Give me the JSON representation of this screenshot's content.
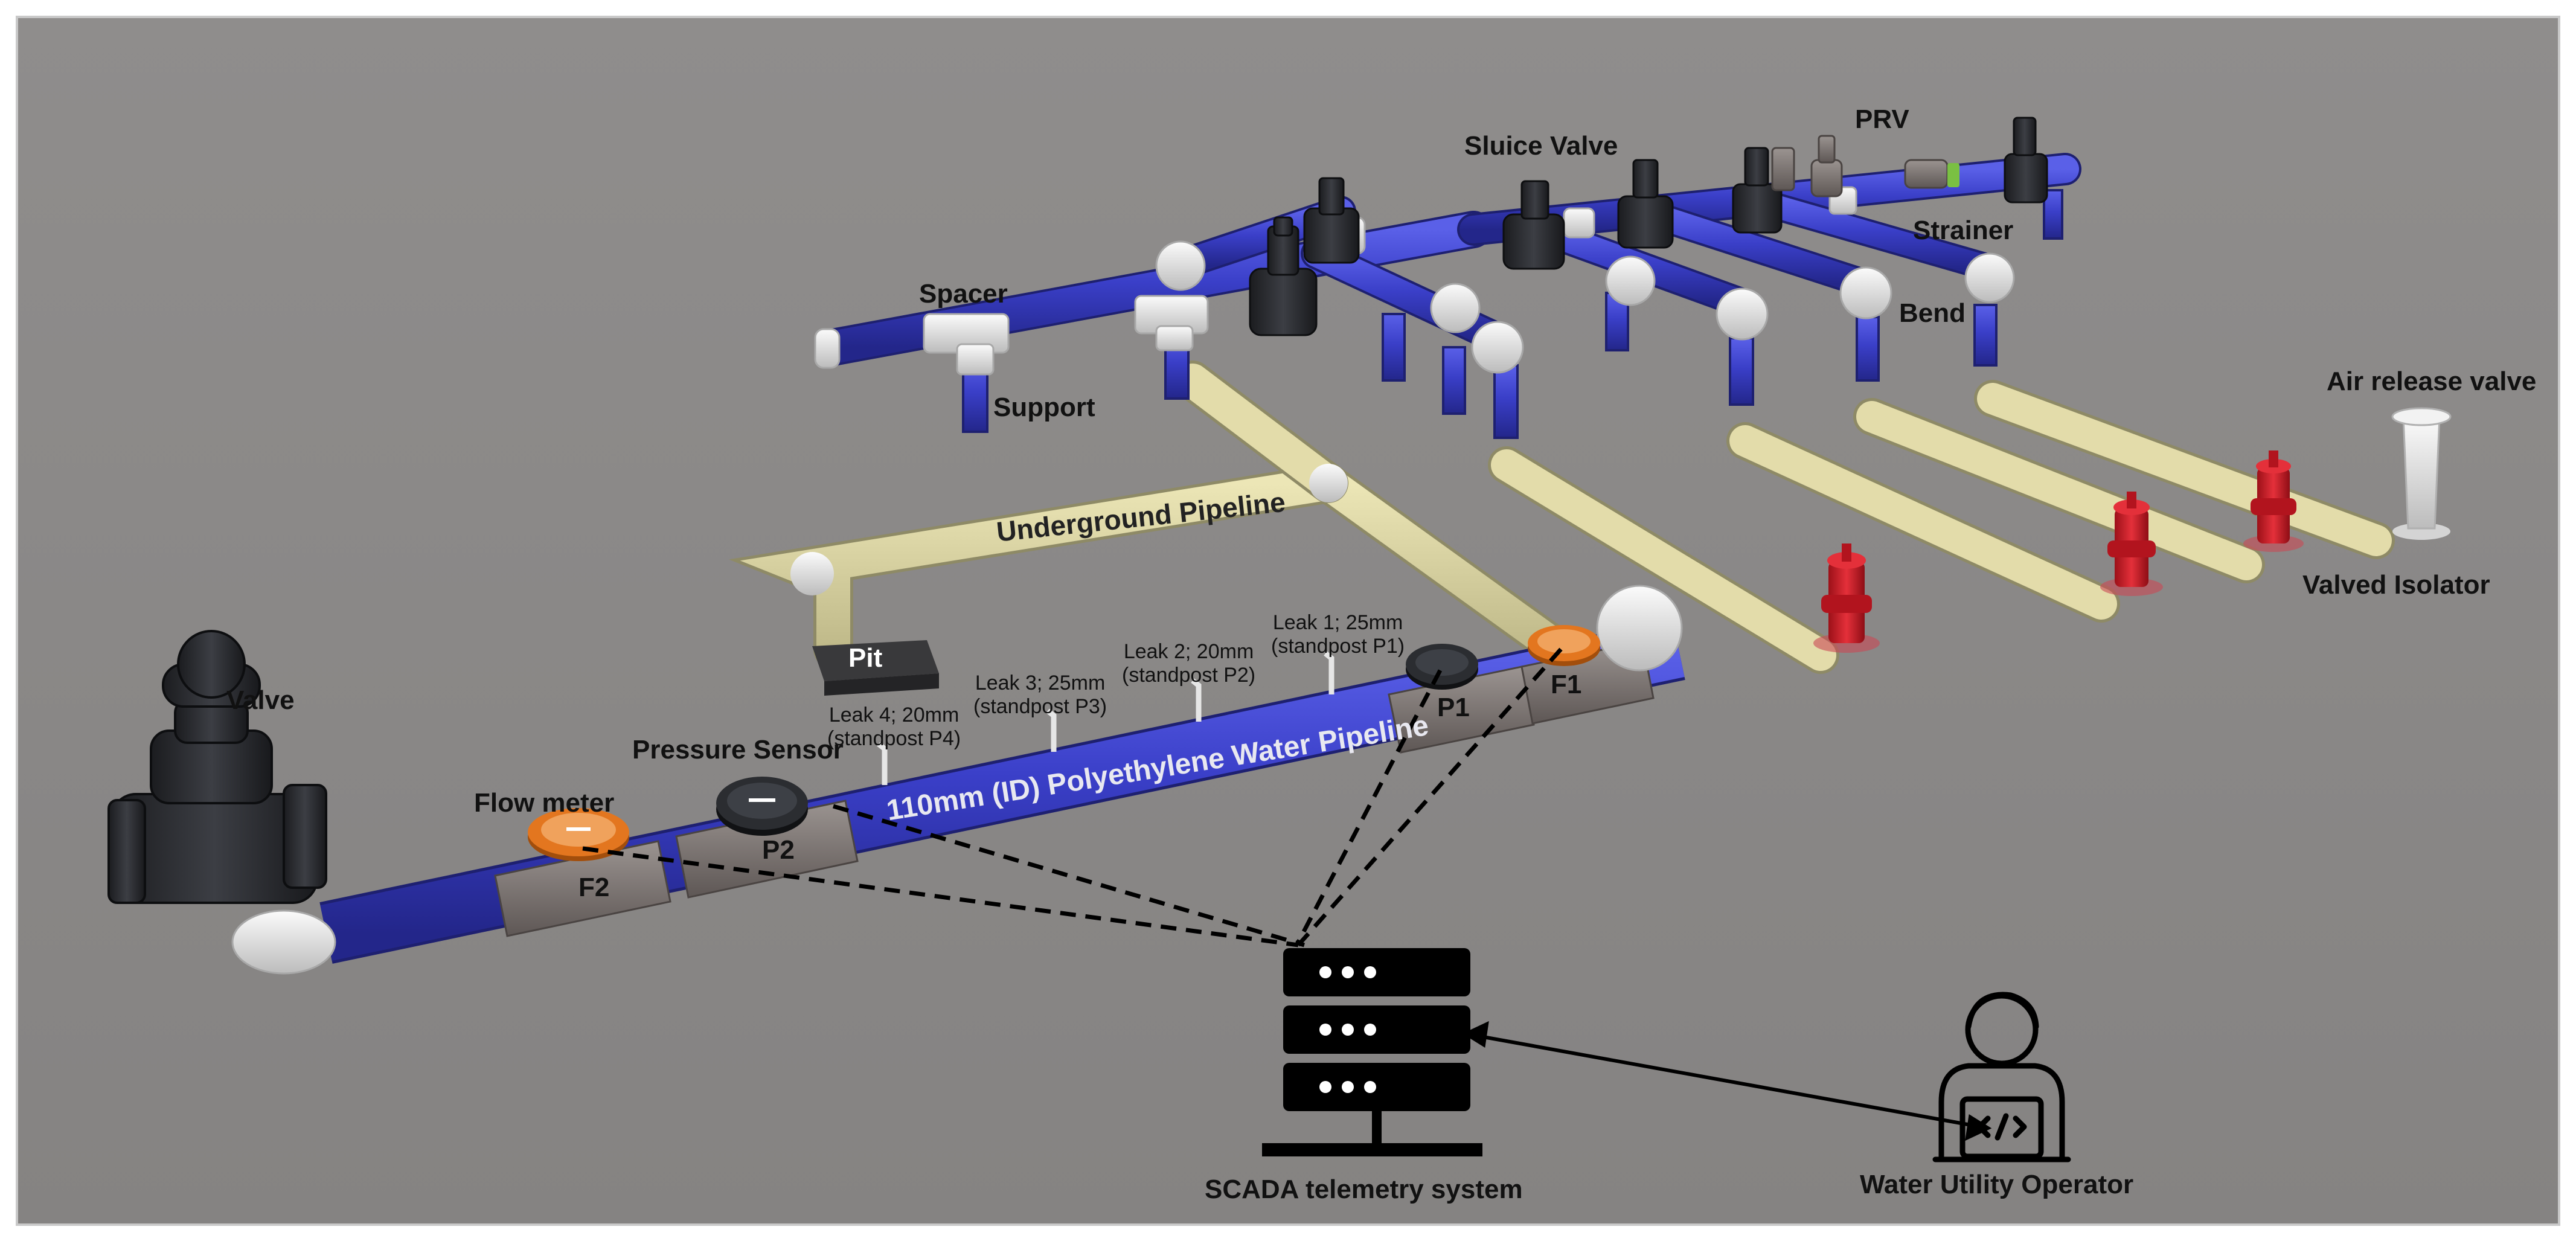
{
  "labels": {
    "sluice_valve": "Sluice Valve",
    "prv": "PRV",
    "strainer": "Strainer",
    "spacer": "Spacer",
    "support": "Support",
    "bend": "Bend",
    "air_release_valve": "Air release valve",
    "valved_isolator": "Valved Isolator",
    "underground_pipeline": "Underground Pipeline",
    "pit": "Pit",
    "valve": "Valve",
    "flow_meter": "Flow meter",
    "pressure_sensor": "Pressure Sensor",
    "main_pipeline": "110mm (ID) Polyethylene Water Pipeline",
    "scada": "SCADA telemetry system",
    "operator": "Water Utility Operator"
  },
  "sensor_tags": {
    "f1": "F1",
    "f2": "F2",
    "p1": "P1",
    "p2": "P2"
  },
  "leaks": [
    {
      "line1": "Leak 1; 25mm",
      "line2": "(standpost P1)"
    },
    {
      "line1": "Leak 2; 20mm",
      "line2": "(standpost P2)"
    },
    {
      "line1": "Leak 3; 25mm",
      "line2": "(standpost P3)"
    },
    {
      "line1": "Leak 4; 20mm",
      "line2": "(standpost P4)"
    }
  ],
  "colors": {
    "floor": "#8a8887",
    "pipe_blue": "#3a3fc8",
    "pipe_underground": "#d9d3a0",
    "fitting_white": "#e6e6e6",
    "valve_dark": "#2b2d31",
    "flow_meter_orange": "#e3761f",
    "hydrant_red": "#d11d2a",
    "coupling_grey": "#807875"
  }
}
